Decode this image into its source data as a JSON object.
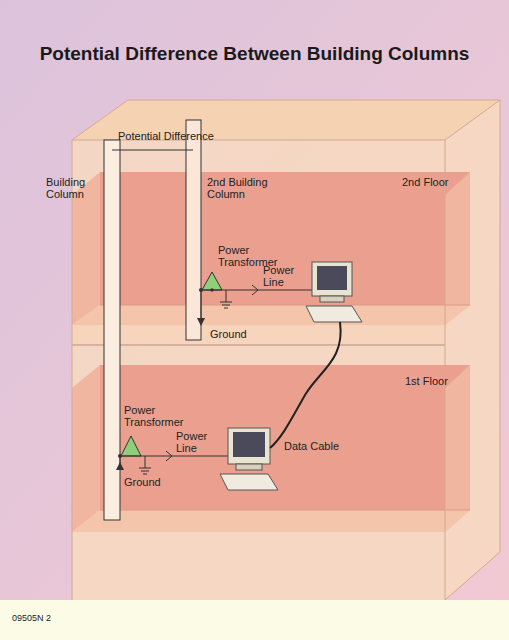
{
  "diagram": {
    "title": "Potential Difference Between Building Columns",
    "labels": [
      "Potential Difference",
      "Building Column",
      "2nd Building Column",
      "2nd Floor",
      "Power Transformer",
      "Power Line",
      "Ground",
      "1st Floor",
      "Power Transformer",
      "Power Line",
      "Ground",
      "Data Cable",
      "09505N 2"
    ]
  }
}
